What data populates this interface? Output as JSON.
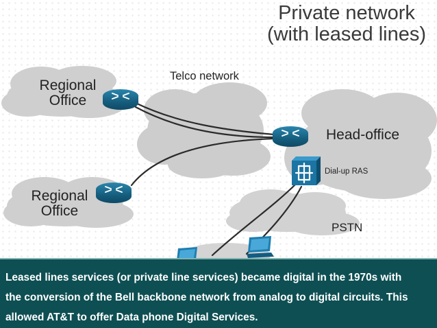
{
  "diagram": {
    "title_line1": "Private network",
    "title_line2": "(with leased lines)",
    "labels": {
      "regional_office_top": [
        "Regional",
        "Office"
      ],
      "regional_office_bottom": [
        "Regional",
        "Office"
      ],
      "telco_network": "Telco network",
      "head_office": "Head-office",
      "dial_up_ras": "Dial-up RAS",
      "pstn": "PSTN"
    },
    "icons": [
      "router-icon",
      "router-icon",
      "router-icon",
      "ras-switch-icon",
      "laptop-icon",
      "laptop-icon"
    ],
    "colors": {
      "cloud": "#cccccc",
      "router": "#1b6f93",
      "line": "#2b2b2b",
      "caption_bg": "#0e4f53"
    }
  },
  "caption": {
    "line1": "Leased lines services (or private line services) became digital in the 1970s with",
    "line2": "the conversion of the Bell backbone network from analog to digital circuits. This",
    "line3": "allowed AT&T to offer Data phone Digital Services."
  }
}
